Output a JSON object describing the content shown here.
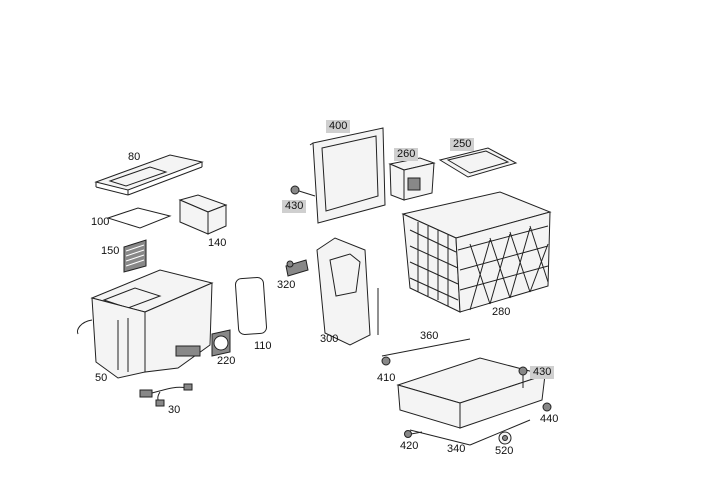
{
  "labels": [
    {
      "id": "p80",
      "text": "80",
      "boxed": false
    },
    {
      "id": "p100",
      "text": "100",
      "boxed": false
    },
    {
      "id": "p140",
      "text": "140",
      "boxed": false
    },
    {
      "id": "p150",
      "text": "150",
      "boxed": false
    },
    {
      "id": "p50",
      "text": "50",
      "boxed": false
    },
    {
      "id": "p220",
      "text": "220",
      "boxed": false
    },
    {
      "id": "p110",
      "text": "110",
      "boxed": false
    },
    {
      "id": "p30",
      "text": "30",
      "boxed": false
    },
    {
      "id": "p400",
      "text": "400",
      "boxed": true
    },
    {
      "id": "p430a",
      "text": "430",
      "boxed": true
    },
    {
      "id": "p260",
      "text": "260",
      "boxed": true
    },
    {
      "id": "p250",
      "text": "250",
      "boxed": true
    },
    {
      "id": "p320",
      "text": "320",
      "boxed": false
    },
    {
      "id": "p300",
      "text": "300",
      "boxed": false
    },
    {
      "id": "p280",
      "text": "280",
      "boxed": false
    },
    {
      "id": "p360",
      "text": "360",
      "boxed": false
    },
    {
      "id": "p410",
      "text": "410",
      "boxed": false
    },
    {
      "id": "p430b",
      "text": "430",
      "boxed": true
    },
    {
      "id": "p440",
      "text": "440",
      "boxed": false
    },
    {
      "id": "p420",
      "text": "420",
      "boxed": false
    },
    {
      "id": "p340",
      "text": "340",
      "boxed": false
    },
    {
      "id": "p520",
      "text": "520",
      "boxed": false
    }
  ]
}
